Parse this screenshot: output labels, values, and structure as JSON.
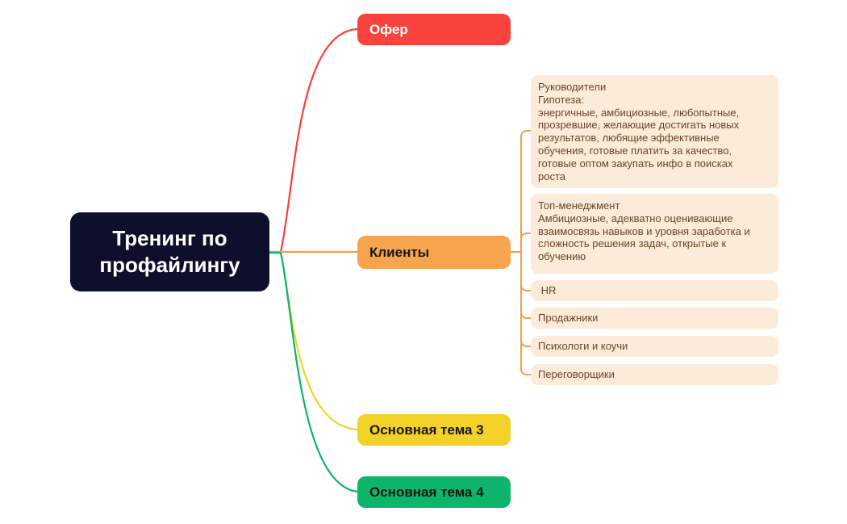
{
  "canvas": {
    "background": "#FFFFFF"
  },
  "root": {
    "label": "Тренинг по профайлингу",
    "bg": "#0E0E2D",
    "text_color": "#FFFFFF"
  },
  "branches": {
    "offer": {
      "label": "Офер",
      "bg": "#F8423E",
      "text_color": "#FFFFFF",
      "line_color": "#F5413C"
    },
    "clients": {
      "label": "Клиенты",
      "bg": "#F7A44F",
      "text_color": "#16160E",
      "line_color": "#F3A053",
      "connector_color": "#EF9E53",
      "children_bg": "#FCEBD9",
      "children_text_color": "#6B4423",
      "children": [
        {
          "label": "Руководители\nГипотеза:\nэнергичные, амбициозные, любопытные,\nпрозревшие, желающие достигать новых\nрезультатов, любящие эффективные\nобучения, готовые платить за качество,\nготовые оптом закупать инфо в поисках\nроста"
        },
        {
          "label": "Топ-менеджмент\nАмбициозные, адекватно оценивающие\nвзаимосвязь навыков и уровня заработка и\nсложность решения задач, открытые к\nобучению"
        },
        {
          "label": " HR"
        },
        {
          "label": "Продажники"
        },
        {
          "label": "Психологи и коучи"
        },
        {
          "label": "Переговорщики"
        }
      ]
    },
    "topic3": {
      "label": "Основная тема 3",
      "bg": "#F2D229",
      "text_color": "#16160E",
      "line_color": "#F2D229"
    },
    "topic4": {
      "label": "Основная тема 4",
      "bg": "#0DB56C",
      "text_color": "#16160E",
      "line_color": "#0CB56C"
    }
  }
}
